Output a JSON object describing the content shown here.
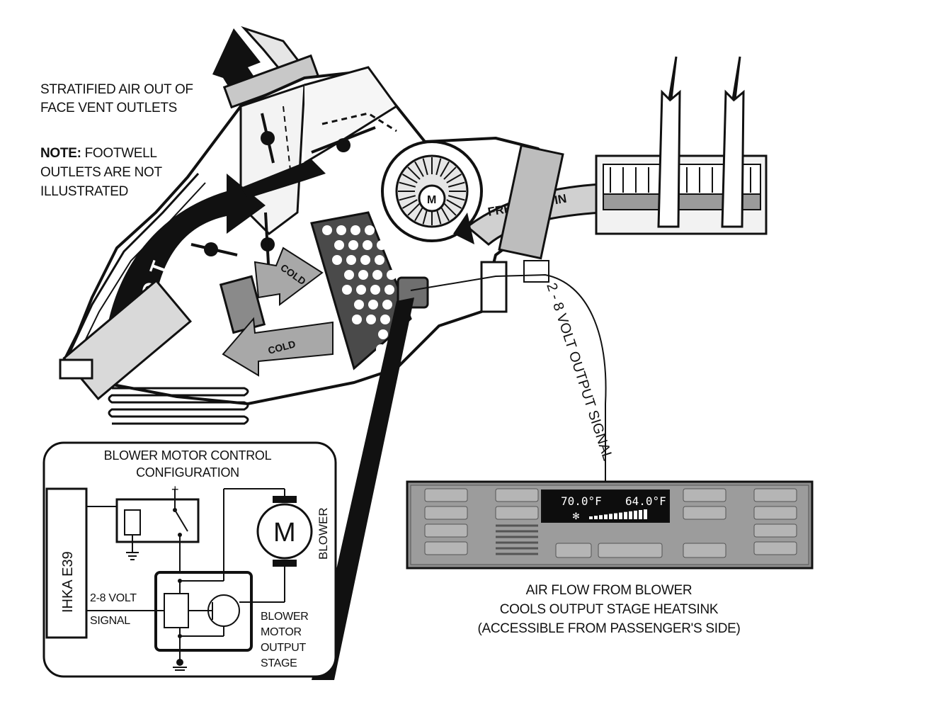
{
  "labels": {
    "stratified_line1": "STRATIFIED AIR OUT OF",
    "stratified_line2": "FACE VENT OUTLETS",
    "note_bold": "NOTE:",
    "note_rest_line1": " FOOTWELL",
    "note_line2": "OUTLETS ARE NOT",
    "note_line3": "ILLUSTRATED",
    "hot": "HOT",
    "cold_upper": "COLD",
    "cold_lower": "COLD",
    "fresh_air_in": "FRESH AIR IN",
    "motor_letter": "M",
    "output_signal": "2 - 8 VOLT OUTPUT SIGNAL",
    "caption_line1": "AIR FLOW FROM BLOWER",
    "caption_line2": "COOLS OUTPUT STAGE HEATSINK",
    "caption_line3": "(ACCESSIBLE FROM PASSENGER'S SIDE)"
  },
  "inset": {
    "title_line1": "BLOWER MOTOR CONTROL",
    "title_line2": "CONFIGURATION",
    "module": "IHKA E39",
    "signal_line1": "2-8 VOLT",
    "signal_line2": "SIGNAL",
    "plus": "+",
    "motor_letter": "M",
    "blower": "BLOWER",
    "stage_line1": "BLOWER",
    "stage_line2": "MOTOR",
    "stage_line3": "OUTPUT",
    "stage_line4": "STAGE"
  },
  "panel": {
    "temp_left": "70.0°F",
    "temp_right": "64.0°F"
  },
  "colors": {
    "ink": "#111111",
    "light_gray": "#d9d9d9",
    "mid_gray": "#a8a8a8",
    "dark_gray": "#5a5a5a",
    "panel_gray": "#8f8f8f",
    "display_black": "#0d0d0d"
  }
}
